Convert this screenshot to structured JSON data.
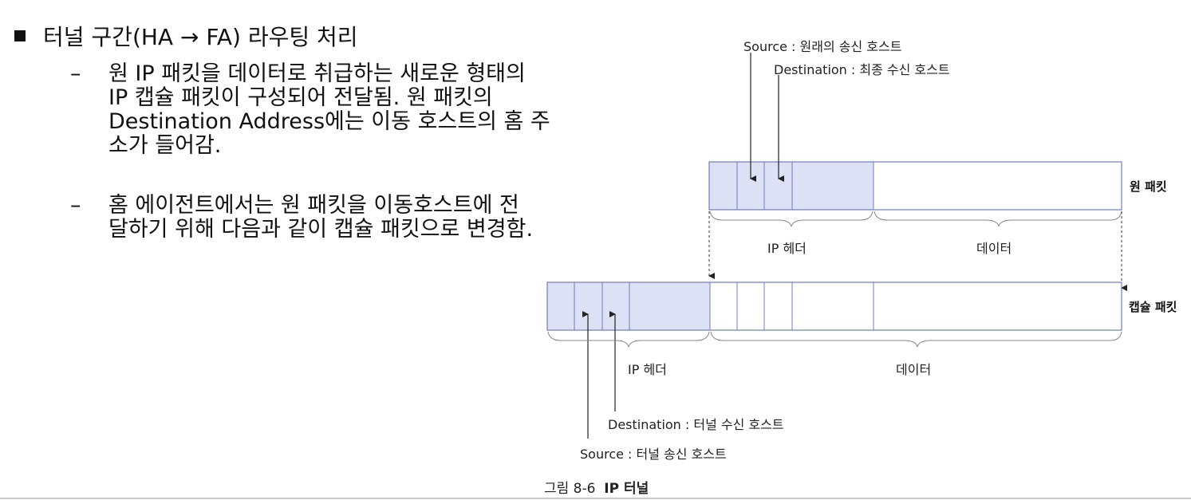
{
  "bullet": {
    "title": "터널 구간(HA → FA) 라우팅 처리",
    "sub_items": [
      {
        "dash": "–",
        "lines": [
          "원 IP 패킷을 데이터로 취급하는 새로운 형태의",
          "IP 캡슐 패킷이 구성되어 전달됨. 원 패킷의",
          "Destination Address에는 이동 호스트의 홈 주",
          "소가 들어감."
        ]
      },
      {
        "dash": "–",
        "lines": [
          "홈 에이전트에서는 원 패킷을 이동호스트에 전",
          "달하기 위해 다음과 같이 캡슐 패킷으로 변경함."
        ]
      }
    ]
  },
  "diagram": {
    "orig_source_label": "Source : 원래의 송신 호스트",
    "orig_dest_label": "Destination : 최종 수신 호스트",
    "orig_packet_name": "원 패킷",
    "orig_header_label": "IP 헤더",
    "orig_data_label": "데이터",
    "encap_packet_name": "캡슐 패킷",
    "encap_header_label": "IP 헤더",
    "encap_data_label": "데이터",
    "tunnel_dest_label": "Destination : 터널 수신 호스트",
    "tunnel_source_label": "Source : 터널 송신 호스트",
    "header_fill": "#dde1f5",
    "border_color": "#6f7fb8"
  },
  "caption": {
    "number": "그림 8-6",
    "title": "IP 터널"
  }
}
